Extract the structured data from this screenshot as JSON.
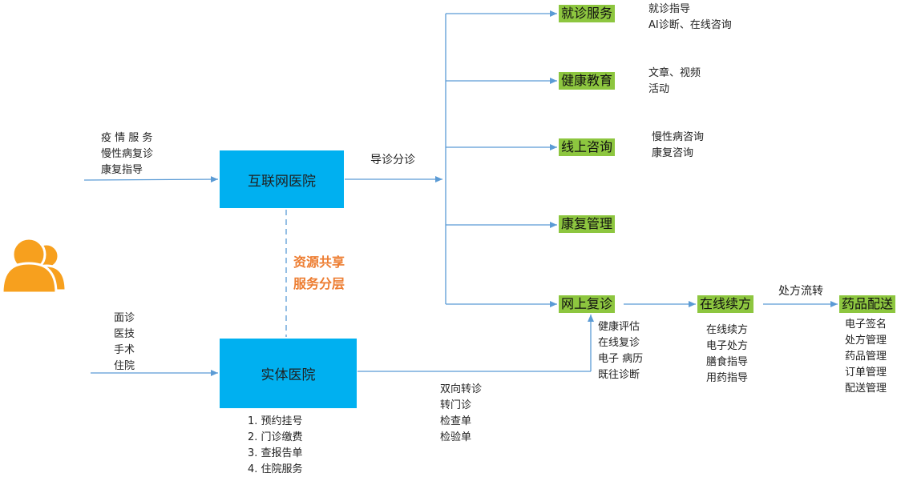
{
  "inputs": {
    "top": [
      "疫 情 服 务",
      "慢性病复诊",
      "康复指导"
    ],
    "bottom": [
      "面诊",
      "医技",
      "手术",
      "住院"
    ]
  },
  "hospitals": {
    "internet": "互联网医院",
    "physical": "实体医院"
  },
  "middle_label": [
    "资源共享",
    "服务分层"
  ],
  "triage_label": "导诊分诊",
  "services": [
    {
      "label": "就诊服务",
      "notes": [
        "就诊指导",
        "AI诊断、在线咨询"
      ]
    },
    {
      "label": "健康教育",
      "notes": [
        "文章、视频",
        "活动"
      ]
    },
    {
      "label": "线上咨询",
      "notes": [
        "慢性病咨询",
        "康复咨询"
      ]
    },
    {
      "label": "康复管理",
      "notes": []
    },
    {
      "label": "网上复诊",
      "notes": [
        "健康评估",
        "在线复诊",
        "电子 病历",
        "既往诊断"
      ]
    }
  ],
  "renewal": {
    "label": "在线续方",
    "notes": [
      "在线续方",
      "电子处方",
      "膳食指导",
      "用药指导"
    ]
  },
  "flow_label": "处方流转",
  "delivery": {
    "label": "药品配送",
    "notes": [
      "电子签名",
      "处方管理",
      "药品管理",
      "订单管理",
      "配送管理"
    ]
  },
  "referral": [
    "双向转诊",
    "转门诊",
    "检查单",
    "检验单"
  ],
  "physical_services": [
    "1. 预约挂号",
    "2. 门诊缴费",
    "3. 查报告单",
    "4. 住院服务"
  ],
  "colors": {
    "hospital": "#00b0f0",
    "service": "#8dc63f",
    "line": "#5b9bd5",
    "accent": "#ed7d31",
    "user": "#f7a01e"
  }
}
